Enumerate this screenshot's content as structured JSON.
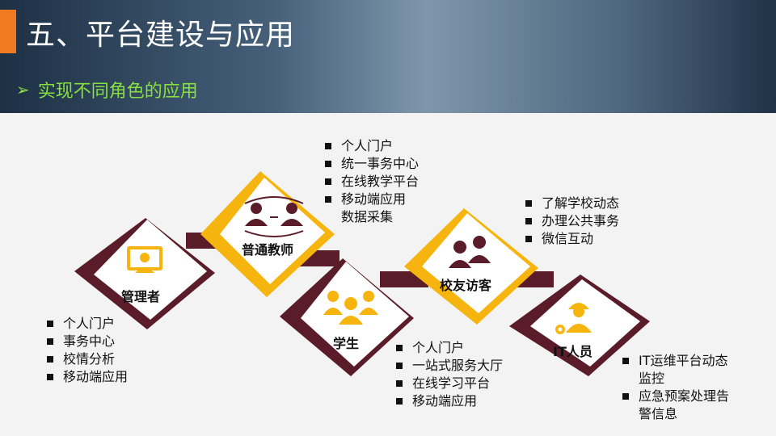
{
  "header": {
    "title": "五、平台建设与应用",
    "subtitle": "实现不同角色的应用"
  },
  "colors": {
    "accent": "#ef7a1f",
    "subtitle": "#86e040",
    "dark_frame": "#5a1c28",
    "gold_frame": "#f6b40e"
  },
  "roles": [
    {
      "label": "管理者",
      "icon": "presenter-board-icon",
      "items": [
        "个人门户",
        "事务中心",
        "校情分析",
        "移动端应用"
      ]
    },
    {
      "label": "普通教师",
      "icon": "meeting-people-icon",
      "items": [
        "个人门户",
        "统一事务中心",
        "在线教学平台",
        "移动端应用"
      ],
      "continuation": "数据采集"
    },
    {
      "label": "学生",
      "icon": "student-group-icon",
      "items": [
        "个人门户",
        "一站式服务大厅",
        "在线学习平台",
        "移动端应用"
      ]
    },
    {
      "label": "校友访客",
      "icon": "visitors-icon",
      "items": [
        "了解学校动态",
        "办理公共事务",
        "微信互动"
      ]
    },
    {
      "label": "IT人员",
      "icon": "it-worker-gear-icon",
      "items": [
        "IT运维平台动态",
        "应急预案处理告"
      ],
      "cont1": "监控",
      "cont2": "警信息"
    }
  ]
}
